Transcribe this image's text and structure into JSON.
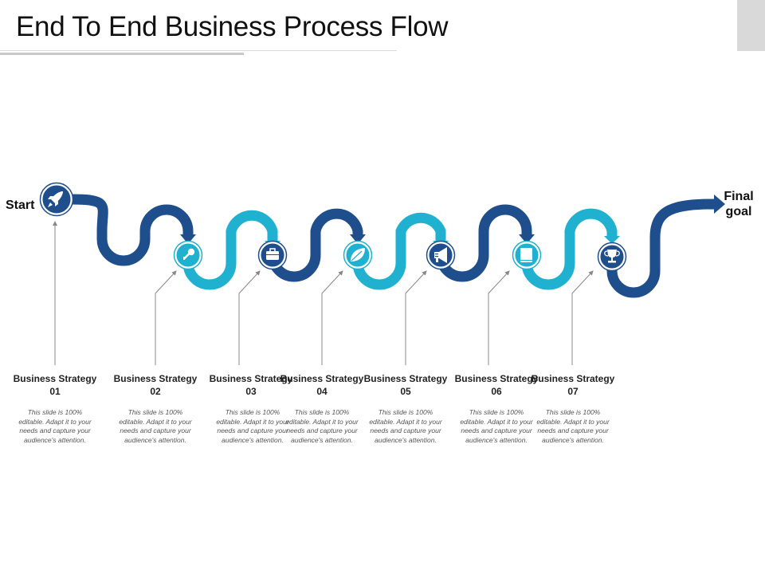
{
  "title": "End To End Business Process Flow",
  "start_label": "Start",
  "final_label": "Final goal",
  "colors": {
    "dark": "#1f4e8c",
    "light": "#1fb1cf"
  },
  "steps": [
    {
      "title": "Business Strategy 01",
      "desc": "This slide is 100% editable. Adapt it to your needs and capture your audience's attention.",
      "icon": "key-icon"
    },
    {
      "title": "Business Strategy 02",
      "desc": "This slide is 100% editable. Adapt it to your needs and capture your audience's attention.",
      "icon": "briefcase-icon"
    },
    {
      "title": "Business Strategy 03",
      "desc": "This slide is 100% editable. Adapt it to your needs and capture your audience's attention.",
      "icon": "leaf-icon"
    },
    {
      "title": "Business Strategy 04",
      "desc": "This slide is 100% editable. Adapt it to your needs and capture your audience's attention.",
      "icon": "megaphone-icon"
    },
    {
      "title": "Business Strategy 05",
      "desc": "This slide is 100% editable. Adapt it to your needs and capture your audience's attention.",
      "icon": "book-icon"
    },
    {
      "title": "Business Strategy 06",
      "desc": "This slide is 100% editable. Adapt it to your needs and capture your audience's attention.",
      "icon": "trophy-icon"
    },
    {
      "title": "Business Strategy 07",
      "desc": "This slide is 100% editable. Adapt it to your needs and capture your audience's attention."
    }
  ],
  "start_icon": "rocket-icon"
}
